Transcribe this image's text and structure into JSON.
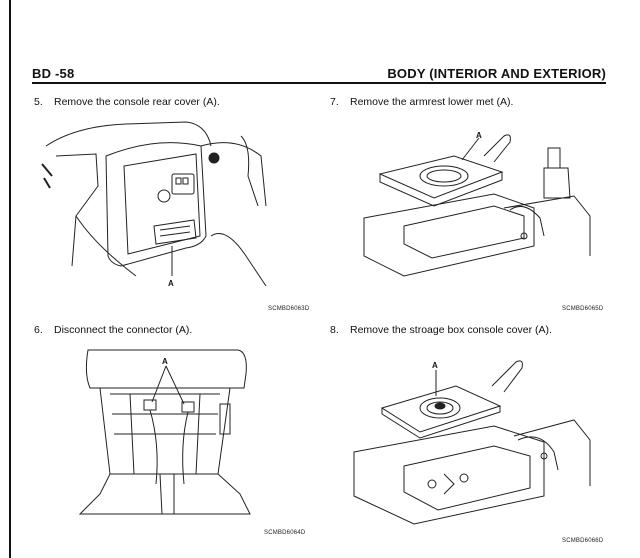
{
  "header": {
    "left": "BD -58",
    "right": "BODY (INTERIOR AND EXTERIOR)"
  },
  "steps": [
    {
      "number": "5.",
      "text": "Remove the console rear cover (A).",
      "callout": "A",
      "figure_code": "SCMBD6063D"
    },
    {
      "number": "7.",
      "text": "Remove the armrest lower met (A).",
      "callout": "A",
      "figure_code": "SCMBD6065D"
    },
    {
      "number": "6.",
      "text": "Disconnect the connector (A).",
      "callout": "A",
      "figure_code": "SCMBD6064D"
    },
    {
      "number": "8.",
      "text": "Remove the stroage box console cover (A).",
      "callout": "A",
      "figure_code": "SCMBD6066D"
    }
  ]
}
